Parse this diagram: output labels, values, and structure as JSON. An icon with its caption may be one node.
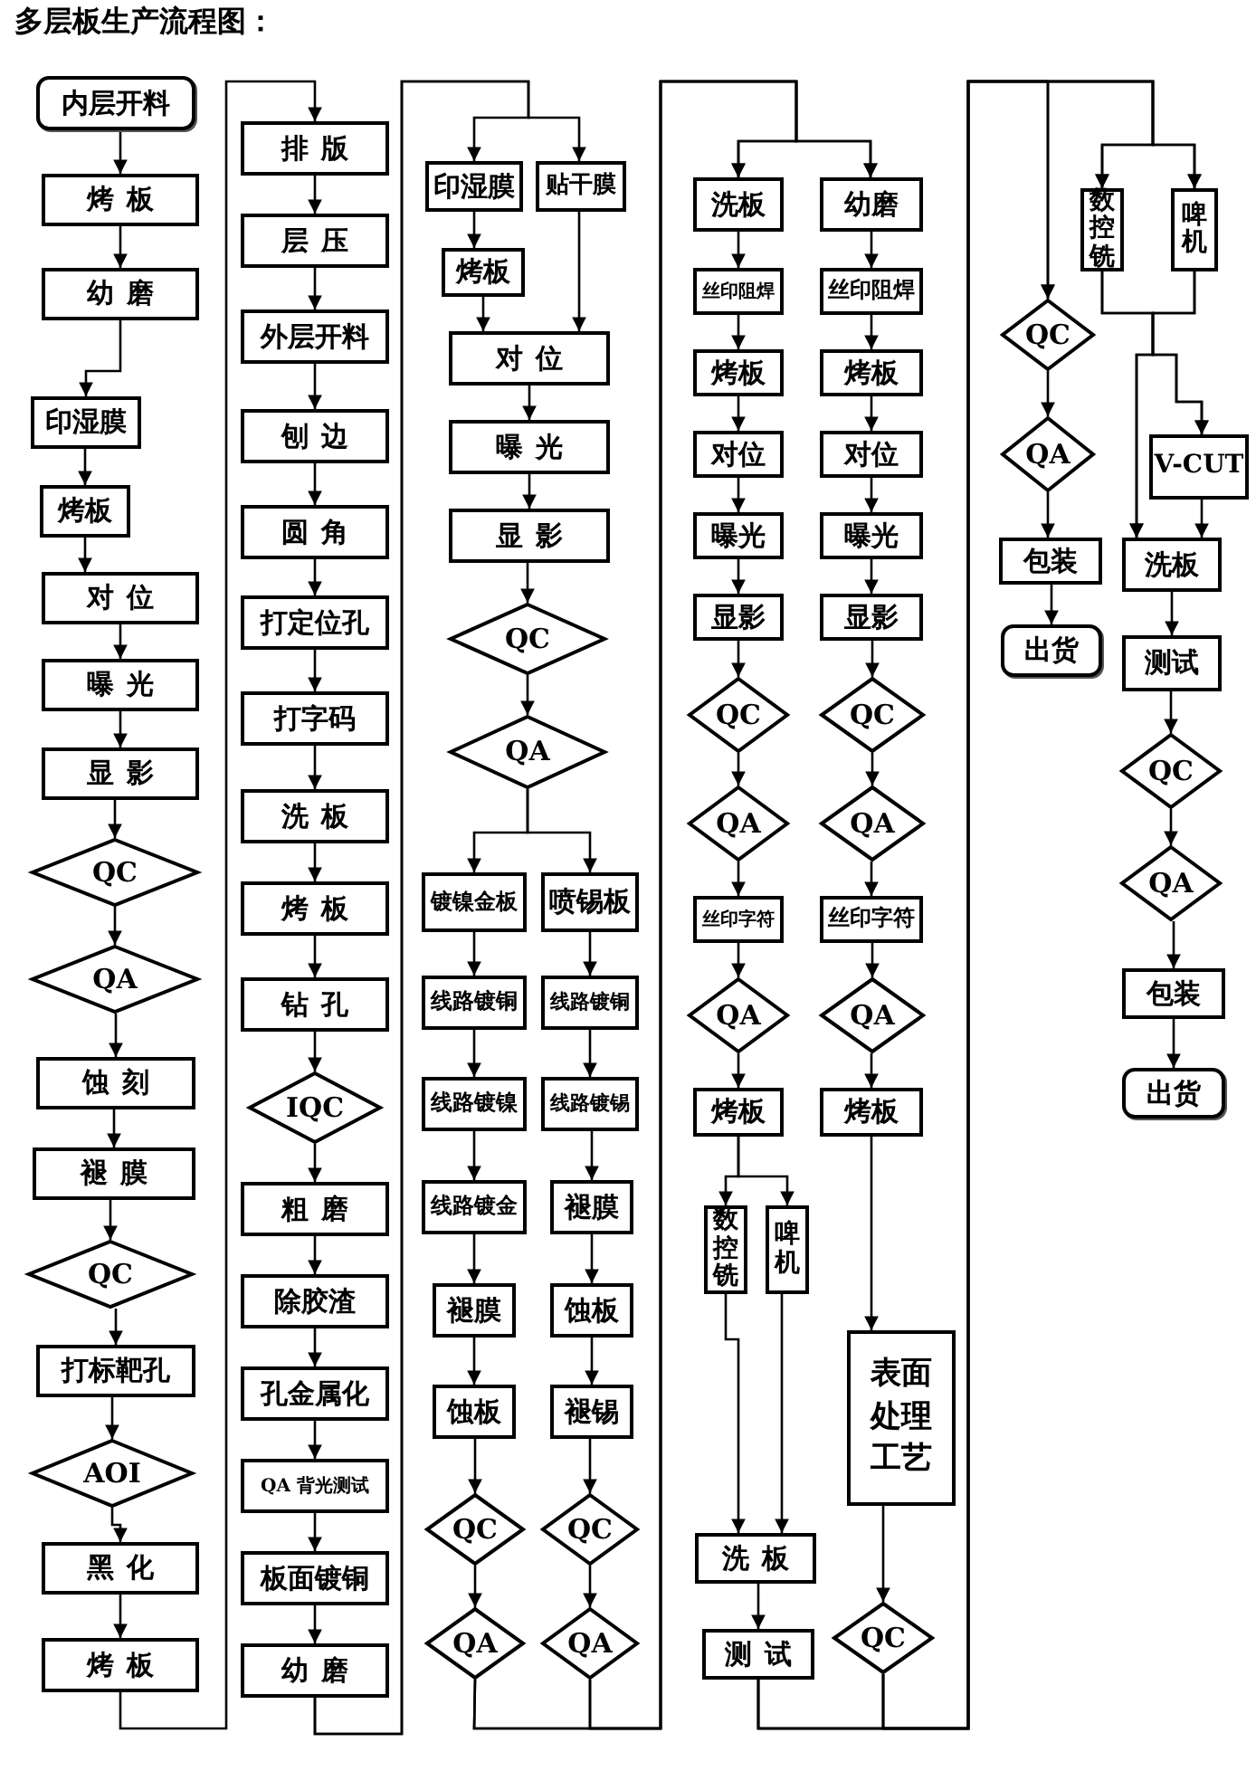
{
  "diagram": {
    "title": "多层板生产流程图：",
    "nodes": [
      {
        "text": [
          "内层开料"
        ]
      },
      {
        "text": [
          "烤板"
        ]
      },
      {
        "text": [
          "幼磨"
        ]
      },
      {
        "text": [
          "印湿膜"
        ]
      },
      {
        "text": [
          "烤板"
        ]
      },
      {
        "text": [
          "对位"
        ]
      },
      {
        "text": [
          "曝光"
        ]
      },
      {
        "text": [
          "显影"
        ]
      },
      {
        "text": [
          "QC"
        ]
      },
      {
        "text": [
          "QA"
        ]
      },
      {
        "text": [
          "蚀刻"
        ]
      },
      {
        "text": [
          "褪膜"
        ]
      },
      {
        "text": [
          "QC"
        ]
      },
      {
        "text": [
          "打标靶孔"
        ]
      },
      {
        "text": [
          "AOI"
        ]
      },
      {
        "text": [
          "黑化"
        ]
      },
      {
        "text": [
          "烤板"
        ]
      },
      {
        "text": [
          "排版"
        ]
      },
      {
        "text": [
          "层压"
        ]
      },
      {
        "text": [
          "外层开料"
        ]
      },
      {
        "text": [
          "刨边"
        ]
      },
      {
        "text": [
          "圆角"
        ]
      },
      {
        "text": [
          "打定位孔"
        ]
      },
      {
        "text": [
          "打字码"
        ]
      },
      {
        "text": [
          "洗板"
        ]
      },
      {
        "text": [
          "烤板"
        ]
      },
      {
        "text": [
          "钻孔"
        ]
      },
      {
        "text": [
          "IQC"
        ]
      },
      {
        "text": [
          "粗磨"
        ]
      },
      {
        "text": [
          "除胶渣"
        ]
      },
      {
        "text": [
          "孔金属化"
        ]
      },
      {
        "text": [
          "QA 背光测试"
        ]
      },
      {
        "text": [
          "板面镀铜"
        ]
      },
      {
        "text": [
          "幼磨"
        ]
      },
      {
        "text": [
          "印湿膜"
        ]
      },
      {
        "text": [
          "贴干膜"
        ]
      },
      {
        "text": [
          "烤板"
        ]
      },
      {
        "text": [
          "对位"
        ]
      },
      {
        "text": [
          "曝光"
        ]
      },
      {
        "text": [
          "显影"
        ]
      },
      {
        "text": [
          "QC"
        ]
      },
      {
        "text": [
          "QA"
        ]
      },
      {
        "text": [
          "镀镍金板"
        ]
      },
      {
        "text": [
          "喷锡板"
        ]
      },
      {
        "text": [
          "线路镀铜"
        ]
      },
      {
        "text": [
          "线路镀铜"
        ]
      },
      {
        "text": [
          "线路镀镍"
        ]
      },
      {
        "text": [
          "线路镀锡"
        ]
      },
      {
        "text": [
          "线路镀金"
        ]
      },
      {
        "text": [
          "褪膜"
        ]
      },
      {
        "text": [
          "褪膜"
        ]
      },
      {
        "text": [
          "蚀板"
        ]
      },
      {
        "text": [
          "蚀板"
        ]
      },
      {
        "text": [
          "褪锡"
        ]
      },
      {
        "text": [
          "QC"
        ]
      },
      {
        "text": [
          "QC"
        ]
      },
      {
        "text": [
          "QA"
        ]
      },
      {
        "text": [
          "QA"
        ]
      },
      {
        "text": [
          "洗板"
        ]
      },
      {
        "text": [
          "幼磨"
        ]
      },
      {
        "text": [
          "丝印阻焊"
        ]
      },
      {
        "text": [
          "丝印阻焊"
        ]
      },
      {
        "text": [
          "烤板"
        ]
      },
      {
        "text": [
          "烤板"
        ]
      },
      {
        "text": [
          "对位"
        ]
      },
      {
        "text": [
          "对位"
        ]
      },
      {
        "text": [
          "曝光"
        ]
      },
      {
        "text": [
          "曝光"
        ]
      },
      {
        "text": [
          "显影"
        ]
      },
      {
        "text": [
          "显影"
        ]
      },
      {
        "text": [
          "QC"
        ]
      },
      {
        "text": [
          "QC"
        ]
      },
      {
        "text": [
          "QA"
        ]
      },
      {
        "text": [
          "QA"
        ]
      },
      {
        "text": [
          "丝印字符"
        ]
      },
      {
        "text": [
          "丝印字符"
        ]
      },
      {
        "text": [
          "QA"
        ]
      },
      {
        "text": [
          "QA"
        ]
      },
      {
        "text": [
          "烤板"
        ]
      },
      {
        "text": [
          "烤板"
        ]
      },
      {
        "text": [
          "数控铣"
        ]
      },
      {
        "text": [
          "啤机"
        ]
      },
      {
        "text": [
          "表面处理工艺"
        ]
      },
      {
        "text": [
          "洗板"
        ]
      },
      {
        "text": [
          "QC"
        ]
      },
      {
        "text": [
          "测试"
        ]
      },
      {
        "text": [
          "数控铣"
        ]
      },
      {
        "text": [
          "啤机"
        ]
      },
      {
        "text": [
          "QC"
        ]
      },
      {
        "text": [
          "QA"
        ]
      },
      {
        "text": [
          "V-CUT"
        ]
      },
      {
        "text": [
          "包装"
        ]
      },
      {
        "text": [
          "洗板"
        ]
      },
      {
        "text": [
          "出货"
        ]
      },
      {
        "text": [
          "测试"
        ]
      },
      {
        "text": [
          "QC"
        ]
      },
      {
        "text": [
          "QA"
        ]
      },
      {
        "text": [
          "包装"
        ]
      },
      {
        "text": [
          "出货"
        ]
      }
    ],
    "edges": [
      {
        "from": 0,
        "to": 1,
        "arrow": "to"
      },
      {
        "from": 1,
        "to": 2,
        "arrow": "to"
      },
      {
        "from": 2,
        "to": 3,
        "arrow": "to"
      },
      {
        "from": 3,
        "to": 4,
        "arrow": "to"
      },
      {
        "from": 4,
        "to": 5,
        "arrow": "to"
      },
      {
        "from": 5,
        "to": 6,
        "arrow": "to"
      },
      {
        "from": 6,
        "to": 7,
        "arrow": "to"
      },
      {
        "from": 7,
        "to": 8,
        "arrow": "to"
      },
      {
        "from": 8,
        "to": 9,
        "arrow": "to"
      },
      {
        "from": 9,
        "to": 10,
        "arrow": "to"
      },
      {
        "from": 10,
        "to": 11,
        "arrow": "to"
      },
      {
        "from": 11,
        "to": 12,
        "arrow": "to"
      },
      {
        "from": 12,
        "to": 13,
        "arrow": "to"
      },
      {
        "from": 13,
        "to": 14,
        "arrow": "to"
      },
      {
        "from": 14,
        "to": 15,
        "arrow": "to"
      },
      {
        "from": 15,
        "to": 16,
        "arrow": "to"
      },
      {
        "from": 16,
        "to": 17,
        "arrow": "to"
      },
      {
        "from": 17,
        "to": 18,
        "arrow": "to"
      },
      {
        "from": 18,
        "to": 19,
        "arrow": "to"
      },
      {
        "from": 19,
        "to": 20,
        "arrow": "to"
      },
      {
        "from": 20,
        "to": 21,
        "arrow": "to"
      },
      {
        "from": 21,
        "to": 22,
        "arrow": "to"
      },
      {
        "from": 22,
        "to": 23,
        "arrow": "to"
      },
      {
        "from": 23,
        "to": 24,
        "arrow": "to"
      },
      {
        "from": 24,
        "to": 25,
        "arrow": "to"
      },
      {
        "from": 25,
        "to": 26,
        "arrow": "to"
      },
      {
        "from": 26,
        "to": 27,
        "arrow": "to"
      },
      {
        "from": 27,
        "to": 28,
        "arrow": "to"
      },
      {
        "from": 28,
        "to": 29,
        "arrow": "to"
      },
      {
        "from": 29,
        "to": 30,
        "arrow": "to"
      },
      {
        "from": 30,
        "to": 31,
        "arrow": "to"
      },
      {
        "from": 31,
        "to": 32,
        "arrow": "to"
      },
      {
        "from": 32,
        "to": 33,
        "arrow": "to"
      },
      {
        "from": 33,
        "to": 34,
        "arrow": "to"
      },
      {
        "from": 33,
        "to": 35,
        "arrow": "to"
      },
      {
        "from": 34,
        "to": 36,
        "arrow": "to"
      },
      {
        "from": 36,
        "to": 37,
        "arrow": "to"
      },
      {
        "from": 35,
        "to": 37,
        "arrow": "to"
      },
      {
        "from": 37,
        "to": 38,
        "arrow": "to"
      },
      {
        "from": 38,
        "to": 39,
        "arrow": "to"
      },
      {
        "from": 39,
        "to": 40,
        "arrow": "to"
      },
      {
        "from": 40,
        "to": 41,
        "arrow": "to"
      },
      {
        "from": 41,
        "to": 42,
        "arrow": "to"
      },
      {
        "from": 41,
        "to": 43,
        "arrow": "to"
      },
      {
        "from": 42,
        "to": 44,
        "arrow": "to"
      },
      {
        "from": 44,
        "to": 46,
        "arrow": "to"
      },
      {
        "from": 46,
        "to": 48,
        "arrow": "to"
      },
      {
        "from": 48,
        "to": 50,
        "arrow": "to"
      },
      {
        "from": 50,
        "to": 52,
        "arrow": "to"
      },
      {
        "from": 52,
        "to": 54,
        "arrow": "to"
      },
      {
        "from": 54,
        "to": 56,
        "arrow": "to"
      },
      {
        "from": 43,
        "to": 45,
        "arrow": "to"
      },
      {
        "from": 45,
        "to": 47,
        "arrow": "to"
      },
      {
        "from": 47,
        "to": 49,
        "arrow": "to"
      },
      {
        "from": 49,
        "to": 51,
        "arrow": "to"
      },
      {
        "from": 51,
        "to": 53,
        "arrow": "to"
      },
      {
        "from": 53,
        "to": 55,
        "arrow": "to"
      },
      {
        "from": 55,
        "to": 57,
        "arrow": "to"
      },
      {
        "from": 56,
        "to": 58,
        "arrow": "to"
      },
      {
        "from": 56,
        "to": 59,
        "arrow": "to"
      },
      {
        "from": 57,
        "to": 58,
        "arrow": "to"
      },
      {
        "from": 57,
        "to": 59,
        "arrow": "to"
      },
      {
        "from": 58,
        "to": 60,
        "arrow": "to"
      },
      {
        "from": 60,
        "to": 62,
        "arrow": "to"
      },
      {
        "from": 62,
        "to": 64,
        "arrow": "to"
      },
      {
        "from": 64,
        "to": 66,
        "arrow": "to"
      },
      {
        "from": 66,
        "to": 68,
        "arrow": "to"
      },
      {
        "from": 68,
        "to": 70,
        "arrow": "to"
      },
      {
        "from": 70,
        "to": 72,
        "arrow": "to"
      },
      {
        "from": 72,
        "to": 74,
        "arrow": "to"
      },
      {
        "from": 74,
        "to": 76,
        "arrow": "to"
      },
      {
        "from": 76,
        "to": 78,
        "arrow": "to"
      },
      {
        "from": 59,
        "to": 61,
        "arrow": "to"
      },
      {
        "from": 61,
        "to": 63,
        "arrow": "to"
      },
      {
        "from": 63,
        "to": 65,
        "arrow": "to"
      },
      {
        "from": 65,
        "to": 67,
        "arrow": "to"
      },
      {
        "from": 67,
        "to": 69,
        "arrow": "to"
      },
      {
        "from": 69,
        "to": 71,
        "arrow": "to"
      },
      {
        "from": 71,
        "to": 73,
        "arrow": "to"
      },
      {
        "from": 73,
        "to": 75,
        "arrow": "to"
      },
      {
        "from": 75,
        "to": 77,
        "arrow": "to"
      },
      {
        "from": 77,
        "to": 79,
        "arrow": "to"
      },
      {
        "from": 78,
        "to": 80,
        "arrow": "to"
      },
      {
        "from": 78,
        "to": 81,
        "arrow": "to"
      },
      {
        "from": 80,
        "to": 83,
        "arrow": "to"
      },
      {
        "from": 81,
        "to": 83,
        "arrow": "to"
      },
      {
        "from": 79,
        "to": 82,
        "arrow": "to"
      },
      {
        "from": 82,
        "to": 84,
        "arrow": "to"
      },
      {
        "from": 83,
        "to": 85,
        "arrow": "to"
      },
      {
        "from": 85,
        "to": 86,
        "arrow": "to"
      },
      {
        "from": 85,
        "to": 87,
        "arrow": "to"
      },
      {
        "from": 85,
        "to": 88,
        "arrow": "to"
      },
      {
        "from": 84,
        "to": 86,
        "arrow": "to"
      },
      {
        "from": 84,
        "to": 87,
        "arrow": "to"
      },
      {
        "from": 84,
        "to": 88,
        "arrow": "to"
      },
      {
        "from": 88,
        "to": 89,
        "arrow": "to"
      },
      {
        "from": 89,
        "to": 91,
        "arrow": "to"
      },
      {
        "from": 91,
        "to": 93,
        "arrow": "to"
      },
      {
        "from": 86,
        "to": 92,
        "arrow": "to"
      },
      {
        "from": 87,
        "to": 92,
        "arrow": "to"
      },
      {
        "from": 86,
        "to": 90,
        "arrow": "to"
      },
      {
        "from": 87,
        "to": 90,
        "arrow": "to"
      },
      {
        "from": 90,
        "to": 92,
        "arrow": "to"
      },
      {
        "from": 92,
        "to": 94,
        "arrow": "to"
      },
      {
        "from": 94,
        "to": 95,
        "arrow": "to"
      },
      {
        "from": 95,
        "to": 96,
        "arrow": "to"
      },
      {
        "from": 96,
        "to": 97,
        "arrow": "to"
      },
      {
        "from": 97,
        "to": 98,
        "arrow": "to"
      }
    ]
  }
}
